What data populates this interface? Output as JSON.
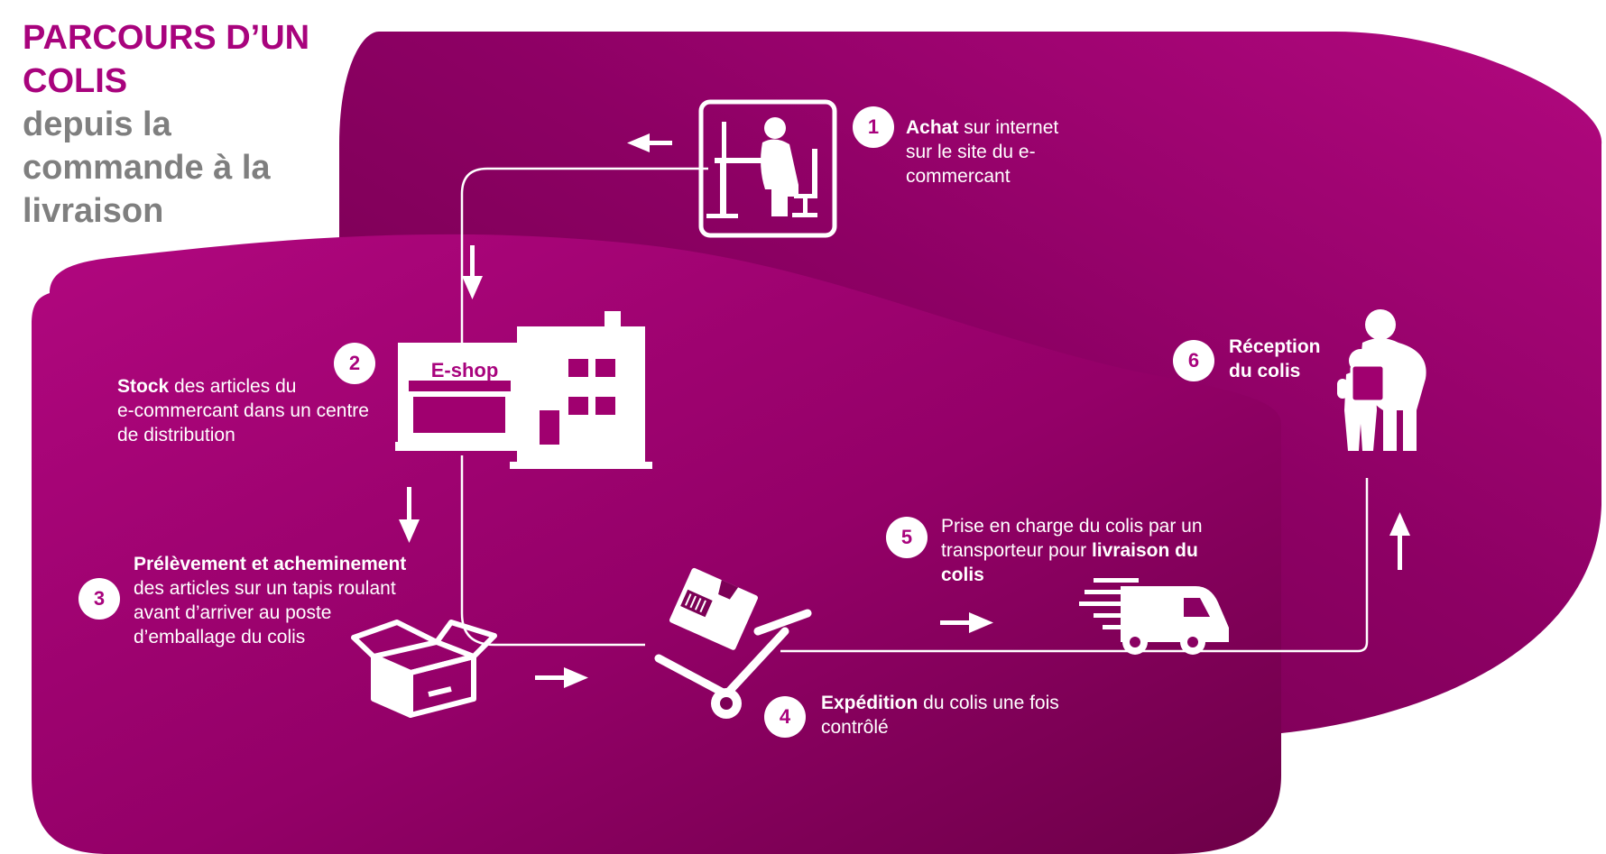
{
  "title": {
    "line1": "PARCOURS D’UN",
    "line2": "COLIS",
    "line3": "depuis la",
    "line4": "commande à la",
    "line5": "livraison"
  },
  "steps": [
    {
      "number": "1",
      "bold": "Achat",
      "text_l1": " sur internet",
      "text_l2": "sur le site du e-",
      "text_l3": "commercant"
    },
    {
      "number": "2",
      "bold": "Stock",
      "text_l1": " des articles du",
      "text_l2": "e-commercant dans un centre",
      "text_l3": "de distribution"
    },
    {
      "number": "3",
      "bold": "Prélèvement et acheminement",
      "text_l2": "des articles sur un tapis roulant",
      "text_l3": "avant d’arriver au poste",
      "text_l4": "d’emballage du colis"
    },
    {
      "number": "4",
      "bold": "Expédition",
      "text_l1": " du colis une fois",
      "text_l2": "contrôlé"
    },
    {
      "number": "5",
      "text_l1": "Prise en charge du colis par un",
      "text_l2": "transporteur pour ",
      "bold_l2": "livraison du",
      "bold_l3": "colis"
    },
    {
      "number": "6",
      "bold_l1": "Réception",
      "bold_l2": "du colis"
    }
  ],
  "eshop_label": "E-shop",
  "colors": {
    "magenta": "#a8037d",
    "deep": "#7a0254",
    "grey": "#7f7f7f",
    "white": "#ffffff"
  },
  "icons": [
    "computer-user-icon",
    "eshop-building-icon",
    "open-box-icon",
    "hand-truck-icon",
    "delivery-truck-icon",
    "family-receiving-icon"
  ]
}
